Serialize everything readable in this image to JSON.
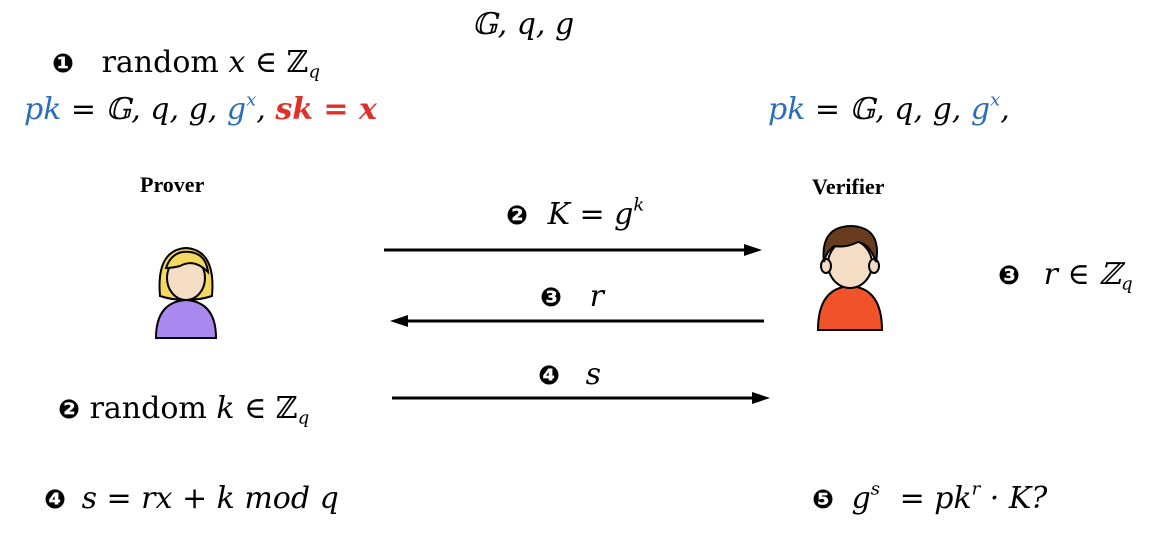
{
  "setup": {
    "params": "𝔾, q, g"
  },
  "prover_setup": {
    "step1_num": "❶",
    "step1_text": "random",
    "step1_x": "x",
    "step1_in": "∈ ℤ",
    "step1_sub": "q",
    "pk_label": "pk",
    "pk_eq": " = 𝔾, q, g, ",
    "pk_gx_base": "g",
    "pk_gx_exp": "x",
    "comma": ", ",
    "sk_text": "sk = x"
  },
  "verifier_setup": {
    "pk_label": "pk",
    "pk_eq": " = 𝔾, q, g, ",
    "pk_gx_base": "g",
    "pk_gx_exp": "x",
    "trail": ","
  },
  "parties": {
    "prover": "Prover",
    "verifier": "Verifier"
  },
  "messages": {
    "m1_num": "❷",
    "m1_lhs": "K = g",
    "m1_exp": "k",
    "m2_num": "❸",
    "m2_text": "r",
    "m3_num": "❹",
    "m3_text": "s"
  },
  "verifier_steps": {
    "s3_num": "❸",
    "s3_text": "r ∈ ℤ",
    "s3_sub": "q",
    "s5_num": "❺",
    "s5_base": "g",
    "s5_exp": "s",
    "s5_mid": " = pk",
    "s5_exp2": "r",
    "s5_tail": " · K?"
  },
  "prover_steps": {
    "s2_num": "❷",
    "s2_text": "random",
    "s2_k": "k",
    "s2_in": "∈ ℤ",
    "s2_sub": "q",
    "s4_num": "❹",
    "s4_text": "s = rx + k mod q"
  },
  "colors": {
    "pk": "#2a6ebb",
    "sk": "#e0302a",
    "prover_hair": "#f5d860",
    "prover_body": "#a989ef",
    "verifier_hair": "#6a3c1e",
    "verifier_body": "#f0532a",
    "skin": "#f5dcc5"
  }
}
